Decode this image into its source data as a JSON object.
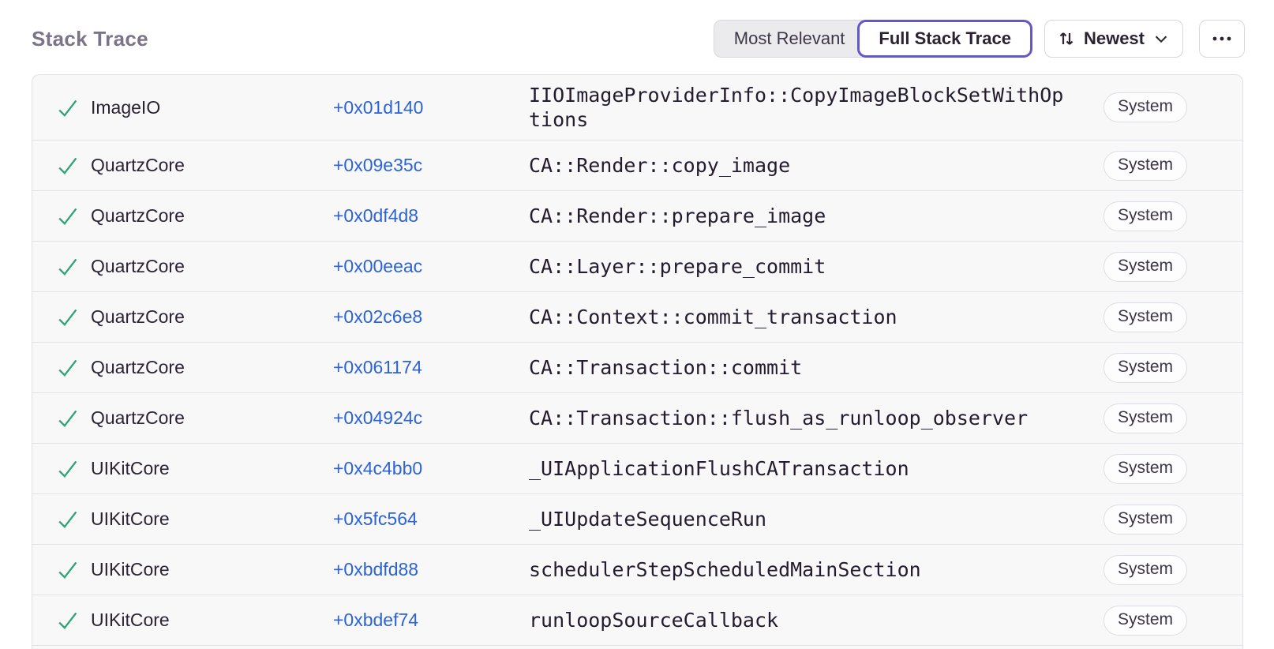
{
  "header": {
    "title": "Stack Trace",
    "view_toggle": [
      {
        "label": "Most Relevant",
        "active": false
      },
      {
        "label": "Full Stack Trace",
        "active": true
      }
    ],
    "sort": {
      "label": "Newest"
    }
  },
  "icons": {
    "check": "check-icon",
    "sort": "sort-arrows-icon",
    "chevron": "chevron-down-icon",
    "more": "ellipsis-icon"
  },
  "colors": {
    "accent_purple": "#6457c7",
    "link_blue": "#2c63d5",
    "check_green": "#2da273",
    "row_background": "#f8f8f9",
    "title_gray": "#7b7489"
  },
  "frames": [
    {
      "module": "ImageIO",
      "address": "+0x01d140",
      "function": "IIOImageProviderInfo::CopyImageBlockSetWithOptions",
      "tag": "System"
    },
    {
      "module": "QuartzCore",
      "address": "+0x09e35c",
      "function": "CA::Render::copy_image",
      "tag": "System"
    },
    {
      "module": "QuartzCore",
      "address": "+0x0df4d8",
      "function": "CA::Render::prepare_image",
      "tag": "System"
    },
    {
      "module": "QuartzCore",
      "address": "+0x00eeac",
      "function": "CA::Layer::prepare_commit",
      "tag": "System"
    },
    {
      "module": "QuartzCore",
      "address": "+0x02c6e8",
      "function": "CA::Context::commit_transaction",
      "tag": "System"
    },
    {
      "module": "QuartzCore",
      "address": "+0x061174",
      "function": "CA::Transaction::commit",
      "tag": "System"
    },
    {
      "module": "QuartzCore",
      "address": "+0x04924c",
      "function": "CA::Transaction::flush_as_runloop_observer",
      "tag": "System"
    },
    {
      "module": "UIKitCore",
      "address": "+0x4c4bb0",
      "function": "_UIApplicationFlushCATransaction",
      "tag": "System"
    },
    {
      "module": "UIKitCore",
      "address": "+0x5fc564",
      "function": "_UIUpdateSequenceRun",
      "tag": "System"
    },
    {
      "module": "UIKitCore",
      "address": "+0xbdfd88",
      "function": "schedulerStepScheduledMainSection",
      "tag": "System"
    },
    {
      "module": "UIKitCore",
      "address": "+0xbdef74",
      "function": "runloopSourceCallback",
      "tag": "System"
    }
  ]
}
